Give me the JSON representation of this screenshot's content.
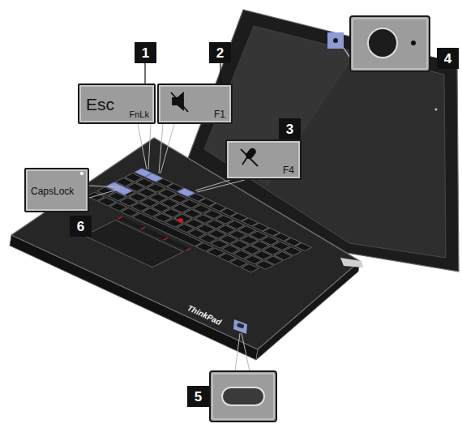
{
  "diagram": {
    "nodes": [
      {
        "text": [
          "Esc",
          "FnLk"
        ]
      },
      {
        "text": [
          "F1"
        ]
      },
      {
        "text": [
          "F4"
        ]
      },
      {
        "text": [
          "CapsLock"
        ]
      }
    ],
    "labels": [
      "1",
      "2",
      "3",
      "4",
      "5",
      "6",
      "ThinkPad"
    ]
  }
}
